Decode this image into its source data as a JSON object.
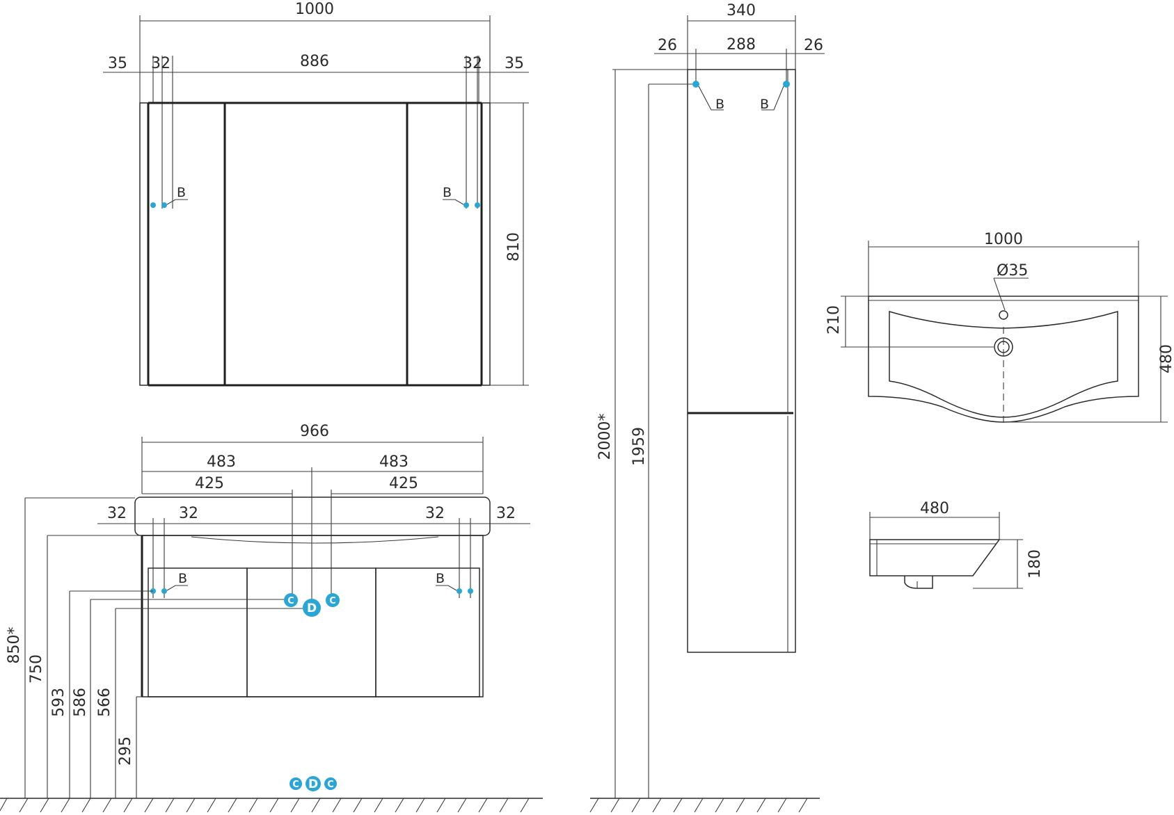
{
  "colors": {
    "line": "#2b2b2b",
    "marker": "#2aa6d6"
  },
  "mirror": {
    "dims": {
      "total_width": "1000",
      "inner_width": "886",
      "side_left": "35",
      "inset_left": "32",
      "inset_right": "32",
      "side_right": "35",
      "height": "810"
    },
    "marker": "B"
  },
  "vanity": {
    "dims": {
      "width": "966",
      "half_left": "483",
      "half_right": "483",
      "pipe_left": "425",
      "pipe_right": "425",
      "edge_left": "32",
      "inset_left": "32",
      "inset_right": "32",
      "edge_right": "32"
    },
    "heights": [
      "850*",
      "750",
      "593",
      "586",
      "566",
      "295"
    ],
    "marker": "B",
    "points": {
      "c": "C",
      "d": "D"
    },
    "legend": [
      "C",
      "D",
      "C"
    ]
  },
  "column": {
    "dims": {
      "width": "340",
      "inner": "288",
      "side_left": "26",
      "side_right": "26",
      "height_total": "2000*",
      "height_body": "1959"
    },
    "marker": "B"
  },
  "basin_top": {
    "dims": {
      "width": "1000",
      "hole": "Ø35",
      "offset": "210",
      "depth": "480"
    }
  },
  "basin_side": {
    "dims": {
      "depth": "480",
      "height": "180"
    }
  }
}
